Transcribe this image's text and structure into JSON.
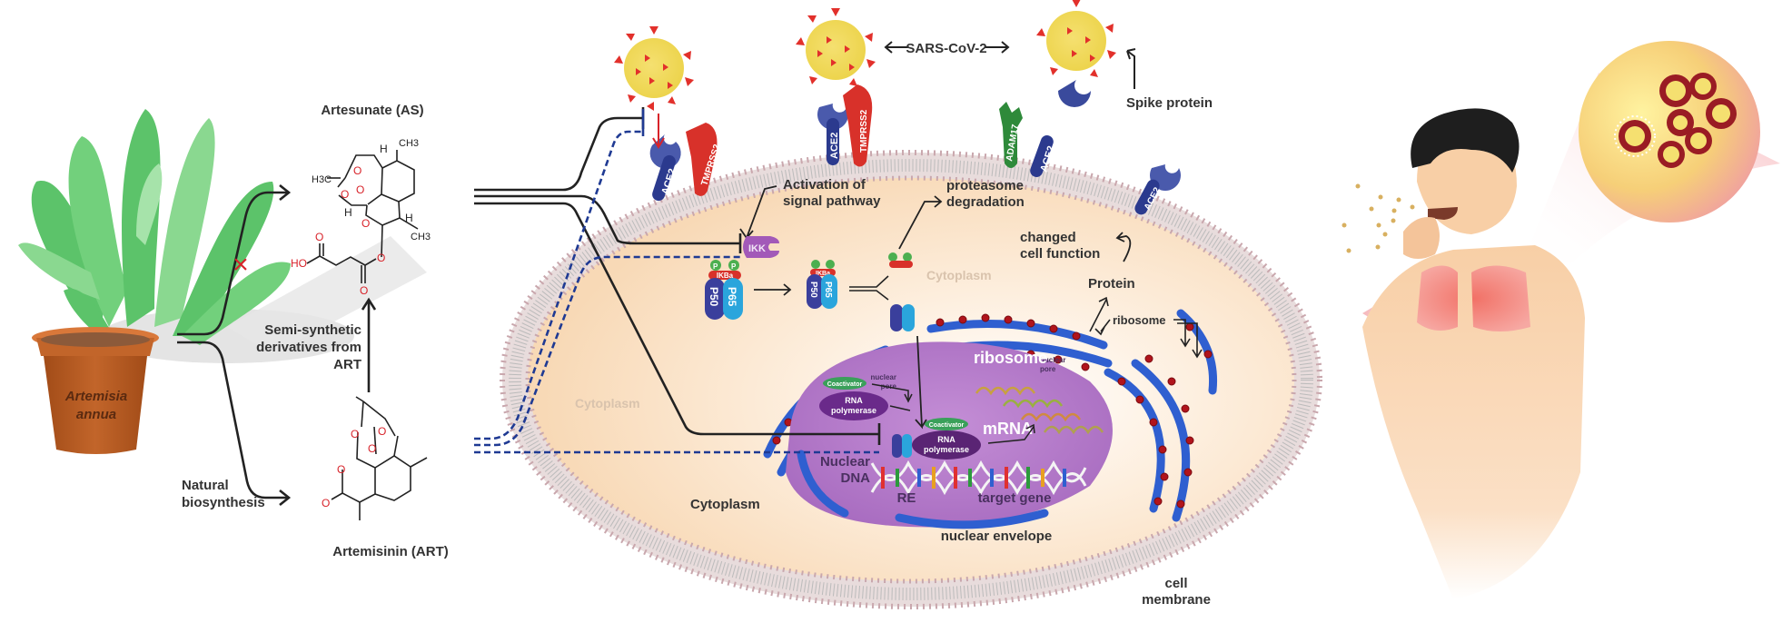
{
  "plant": {
    "name_line1": "Artemisia",
    "name_line2": "annua"
  },
  "pathways": {
    "semi_synthetic_line1": "Semi-synthetic",
    "semi_synthetic_line2": "derivatives from",
    "semi_synthetic_line3": "ART",
    "natural_line1": "Natural",
    "natural_line2": "biosynthesis",
    "blocked_marker": "×"
  },
  "compounds": {
    "artesunate": "Artesunate (AS)",
    "artemisinin": "Artemisinin (ART)",
    "atoms": {
      "h3c": "H3C",
      "ch3": "CH3",
      "h": "H",
      "o": "O",
      "ho": "HO"
    }
  },
  "virus": {
    "name": "SARS-CoV-2",
    "spike_label": "Spike protein"
  },
  "receptors": {
    "ace2": "ACE2",
    "tmprss2": "TMPRSS2",
    "adam17": "ADAM17"
  },
  "signaling": {
    "activation_line1": "Activation of",
    "activation_line2": "signal pathway",
    "proteasome_line1": "proteasome",
    "proteasome_line2": "degradation",
    "ikk": "IKK",
    "ikba": "IKBa",
    "p": "P",
    "p50": "P50",
    "p65": "P65",
    "changed_line1": "changed",
    "changed_line2": "cell function",
    "protein": "Protein",
    "ribosome": "ribosome",
    "nuclear_pore_line1": "nuclear",
    "nuclear_pore_line2": "pore"
  },
  "nucleus": {
    "coactivator": "Coactivator",
    "rna_pol_line1": "RNA",
    "rna_pol_line2": "polymerase",
    "mrna": "mRNA",
    "ribosome_inner": "ribosome",
    "nuclear_dna_line1": "Nuclear",
    "nuclear_dna_line2": "DNA",
    "re": "RE",
    "target_gene": "target gene",
    "nuclear_envelope": "nuclear envelope"
  },
  "cell": {
    "cytoplasm": "Cytoplasm",
    "cell_membrane_line1": "cell",
    "cell_membrane_line2": "membrane"
  },
  "colors": {
    "inhibition_solid": "#222222",
    "inhibition_dashed": "#1f3a93",
    "virus_body": "#f2d64b",
    "spike": "#e2302b",
    "ace2": "#3a4a9c",
    "tmprss2": "#d8312a",
    "adam17": "#2e8a3a",
    "nucleus": "#b47cc9",
    "er": "#2f5fd0",
    "cytoplasm": "#fbe3c8",
    "pot": "#b85a22",
    "plant": "#5cc36a"
  }
}
